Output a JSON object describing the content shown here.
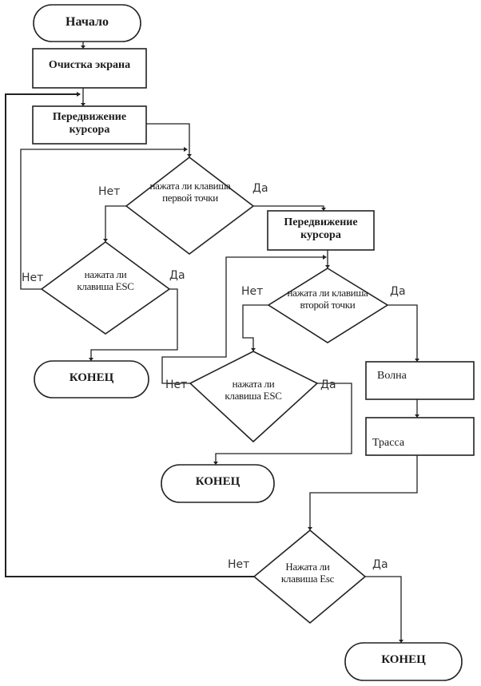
{
  "flowchart": {
    "start": {
      "label": "Начало"
    },
    "clear_screen": {
      "label": "Очистка экрана"
    },
    "move_cursor_1": {
      "label": "Передвижение курсора"
    },
    "decision_first_point": {
      "label": "нажата ли клавиша первой точки",
      "yes": "Да",
      "no": "Нет"
    },
    "decision_esc_1": {
      "label": "нажата ли клавиша ESC",
      "yes": "Да",
      "no": "Нет"
    },
    "end_1": {
      "label": "КОНЕЦ"
    },
    "move_cursor_2": {
      "label": "Передвижение курсора"
    },
    "decision_second_point": {
      "label": "нажата ли клавиша второй точки",
      "yes": "Да",
      "no": "Нет"
    },
    "decision_esc_2": {
      "label": "нажата ли клавиша ESC",
      "yes": "Да",
      "no": "Нет"
    },
    "end_2": {
      "label": "КОНЕЦ"
    },
    "wave": {
      "label": "Волна"
    },
    "route": {
      "label": "Трасса"
    },
    "decision_esc_3": {
      "label": "Нажата ли клавиша Esc",
      "yes": "Да",
      "no": "Нет"
    },
    "end_3": {
      "label": "КОНЕЦ"
    }
  }
}
